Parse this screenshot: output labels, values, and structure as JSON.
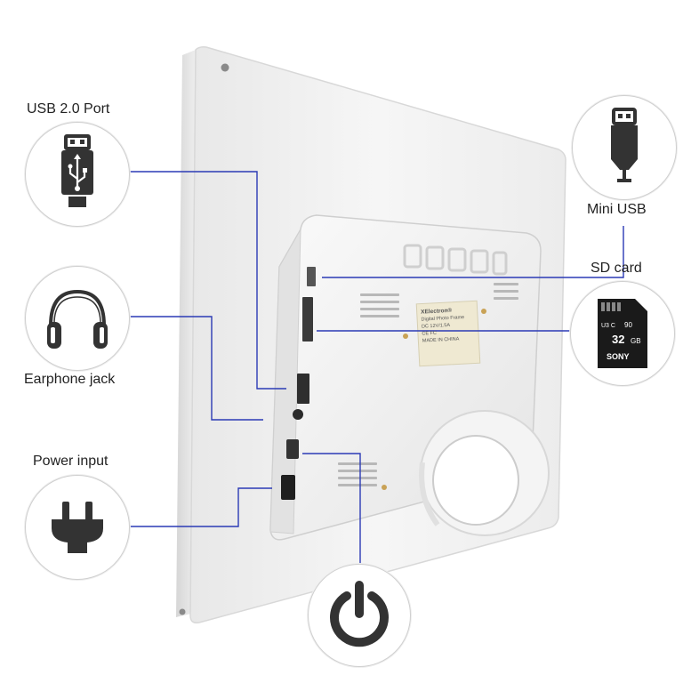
{
  "labels": {
    "usb_port": "USB 2.0 Port",
    "earphone": "Earphone jack",
    "power_input": "Power input",
    "mini_usb": "Mini USB",
    "sd_card": "SD card"
  },
  "sticker": {
    "brand": "XElectron®",
    "line1": "Digital Photo Frame",
    "line2": "DC 12V/1.5A",
    "line3": "CE FC",
    "line4": "MADE IN CHINA"
  },
  "sd_card": {
    "brand": "SONY",
    "capacity": "32",
    "unit": "GB",
    "speed": "90"
  },
  "colors": {
    "callout_line": "#2b3ab5",
    "icon_dark": "#333333",
    "frame_white": "#f2f2f2"
  },
  "icons": [
    "usb-icon",
    "headphones-icon",
    "plug-icon",
    "mini-usb-icon",
    "sd-card-icon",
    "power-icon"
  ]
}
